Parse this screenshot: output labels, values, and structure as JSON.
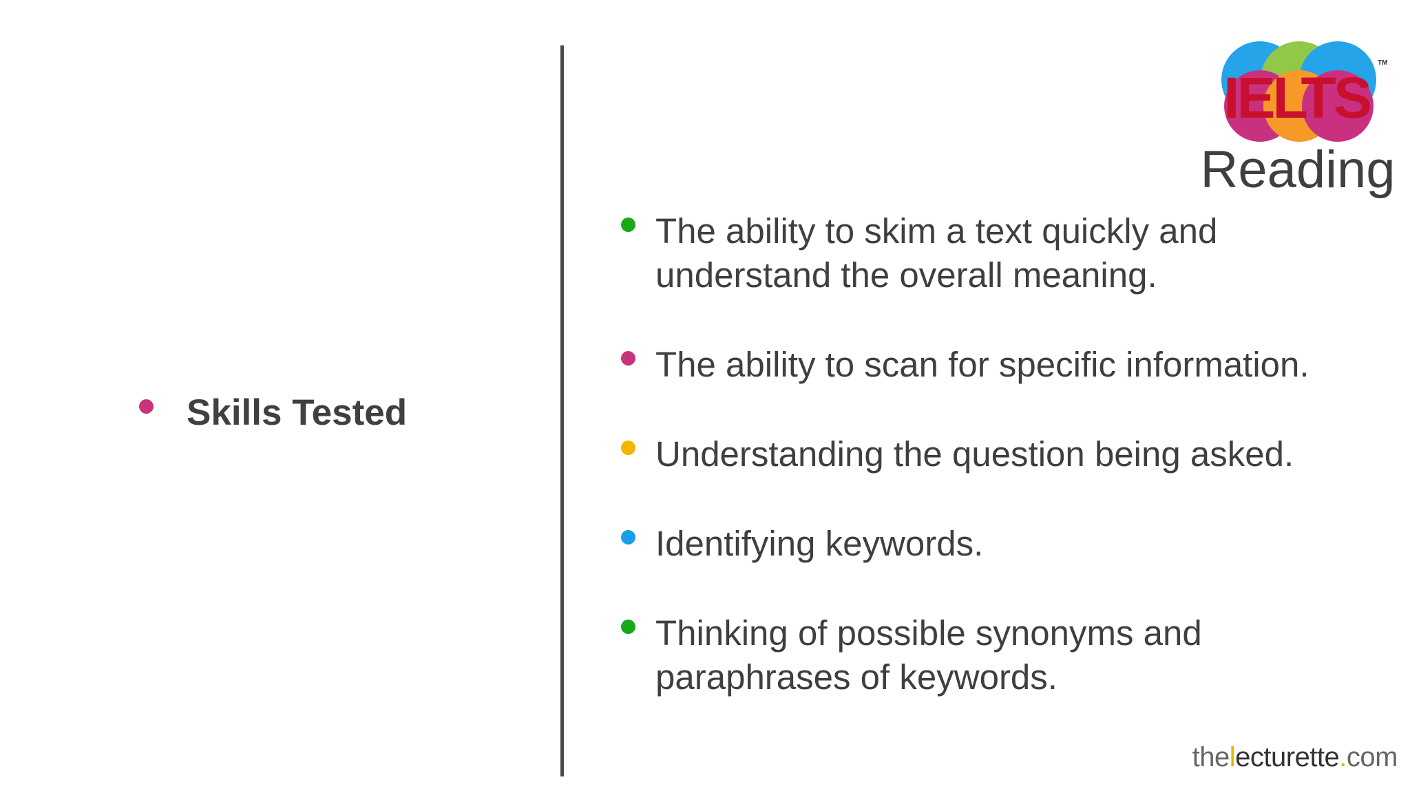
{
  "left": {
    "label": "Skills Tested",
    "dot_color": "#c9337a"
  },
  "logo": {
    "wordmark": "IELTS",
    "trademark": "TM",
    "subtitle": "Reading",
    "colors": {
      "blue": "#1aa0e8",
      "green": "#8dc63f",
      "orange": "#f7941d",
      "magenta": "#c7267a",
      "text": "#c8102e"
    }
  },
  "bullets": [
    {
      "text": "The ability to skim a text quickly and understand the overall meaning.",
      "dot_color": "#18a818"
    },
    {
      "text": "The ability to scan for specific information.",
      "dot_color": "#c9337a"
    },
    {
      "text": "Understanding the question being asked.",
      "dot_color": "#f4b400"
    },
    {
      "text": "Identifying keywords.",
      "dot_color": "#1a9de8"
    },
    {
      "text": "Thinking of possible synonyms and paraphrases of keywords.",
      "dot_color": "#18a818"
    }
  ],
  "brand": {
    "part_a": "the",
    "part_b": "l",
    "part_c": "ecturette",
    "part_d": ".",
    "part_e": "com"
  },
  "divider_color": "#4a4a4a"
}
